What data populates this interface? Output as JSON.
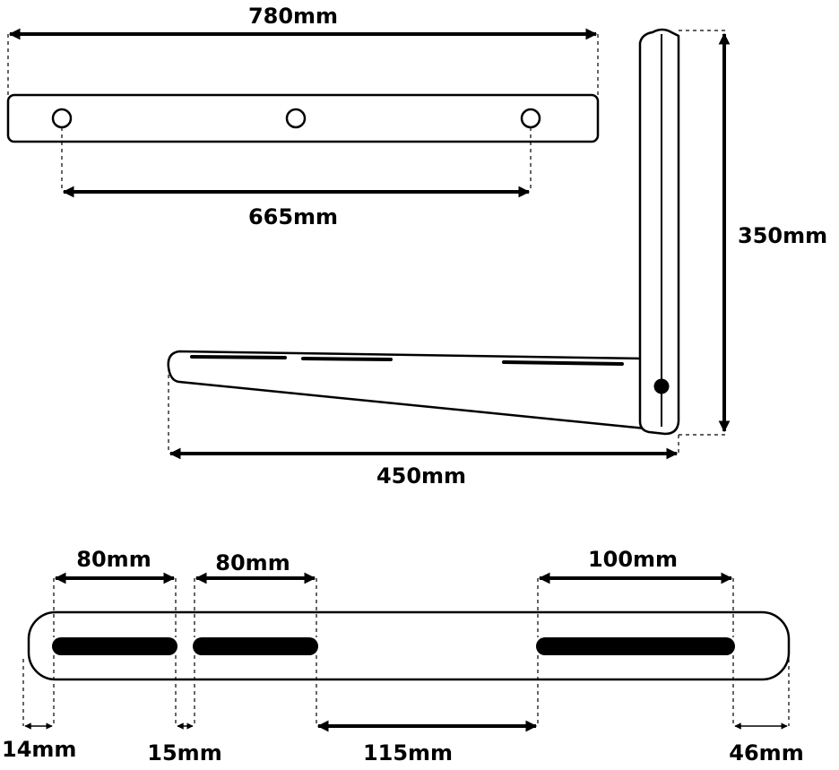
{
  "top_rail": {
    "overall_length": "780mm",
    "hole_spacing": "665mm"
  },
  "side_view": {
    "height": "350mm",
    "depth": "450mm"
  },
  "slot_detail": {
    "slot_1_length": "80mm",
    "slot_2_length": "80mm",
    "slot_3_length": "100mm",
    "left_offset": "14mm",
    "gap_1": "15mm",
    "gap_2": "115mm",
    "right_offset": "46mm"
  }
}
